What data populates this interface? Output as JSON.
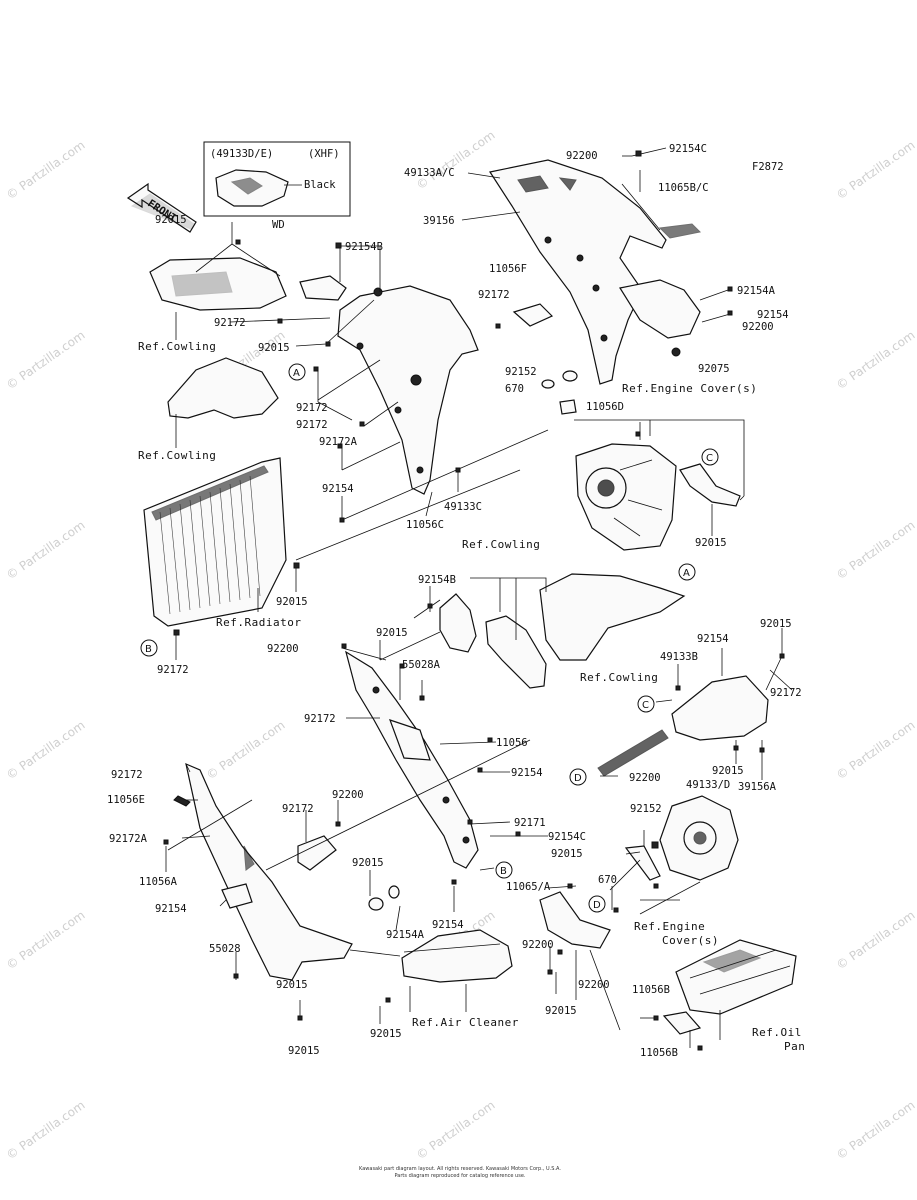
{
  "diagram_code": "F2872",
  "front_label": "FRONT",
  "variant_box": {
    "codes": "(49133D/E)",
    "market": "(XHF)",
    "color": "Black",
    "sub": "WD"
  },
  "callouts": [
    "A",
    "B",
    "C",
    "D"
  ],
  "refs": {
    "cowling": "Ref.Cowling",
    "radiator": "Ref.Radiator",
    "engine_cover": "Ref.Engine Cover(s)",
    "engine_cover_l1": "Ref.Engine",
    "engine_cover_l2": "Cover(s)",
    "air_cleaner": "Ref.Air Cleaner",
    "oil_pan_l1": "Ref.Oil",
    "oil_pan_l2": "Pan"
  },
  "part_numbers": [
    "92200",
    "92154C",
    "49133A/C",
    "11065B/C",
    "39156",
    "92015",
    "92154B",
    "11056F",
    "92172",
    "92154A",
    "92154",
    "92200",
    "92075",
    "92015",
    "92152",
    "670",
    "11056D",
    "92172",
    "92172",
    "92172",
    "92172A",
    "92154",
    "49133C",
    "11056C",
    "92015",
    "92015",
    "92172",
    "92154B",
    "92015",
    "92200",
    "55028A",
    "92015",
    "92154",
    "49133B",
    "92172",
    "92172",
    "11056",
    "92154",
    "92200",
    "92015",
    "49133/D",
    "39156A",
    "92172",
    "11056E",
    "92200",
    "92172",
    "92172A",
    "92171",
    "92154C",
    "92152",
    "11056A",
    "92015",
    "92015",
    "11065/A",
    "670",
    "92154",
    "92154A",
    "92154",
    "55028",
    "92200",
    "92015",
    "92200",
    "92015",
    "11056B"
  ],
  "watermark": "© Partzilla.com",
  "footer": {
    "line1": "Kawasaki part diagram layout. All rights reserved. Kawasaki Motors Corp., U.S.A.",
    "line2": "Parts diagram reproduced for catalog reference use."
  }
}
